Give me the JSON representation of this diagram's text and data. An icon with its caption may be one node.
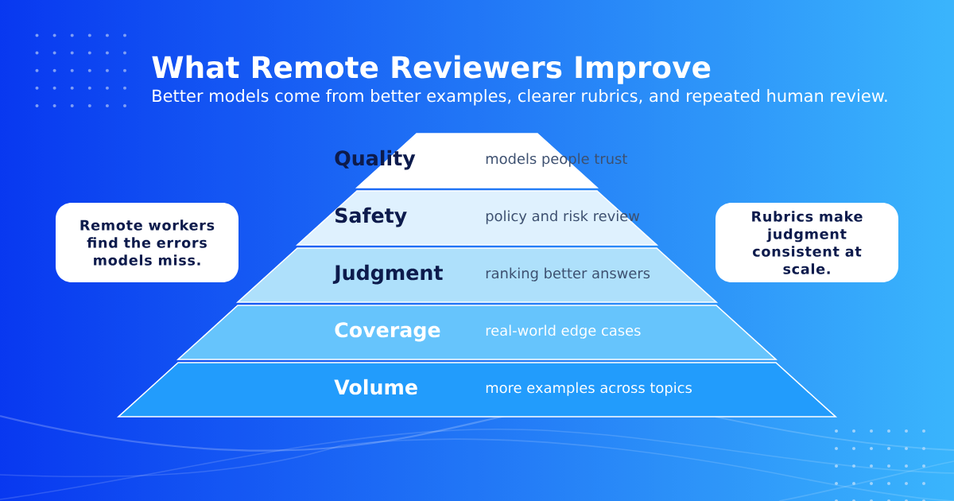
{
  "diagram": {
    "title": "What Remote Reviewers Improve",
    "nodes": [
      {
        "text": [
          "Quality",
          "models people trust"
        ]
      },
      {
        "text": [
          "Safety",
          "policy and risk review"
        ]
      },
      {
        "text": [
          "Judgment",
          "ranking better answers"
        ]
      },
      {
        "text": [
          "Coverage",
          "real-world edge cases"
        ]
      },
      {
        "text": [
          "Volume",
          "more examples across topics"
        ]
      },
      {
        "text": [
          "Remote workers find the errors models miss."
        ]
      },
      {
        "text": [
          "Rubrics make judgment consistent at scale."
        ]
      }
    ],
    "labels": [
      "Better models come from better examples, clearer rubrics, and repeated human review."
    ]
  }
}
